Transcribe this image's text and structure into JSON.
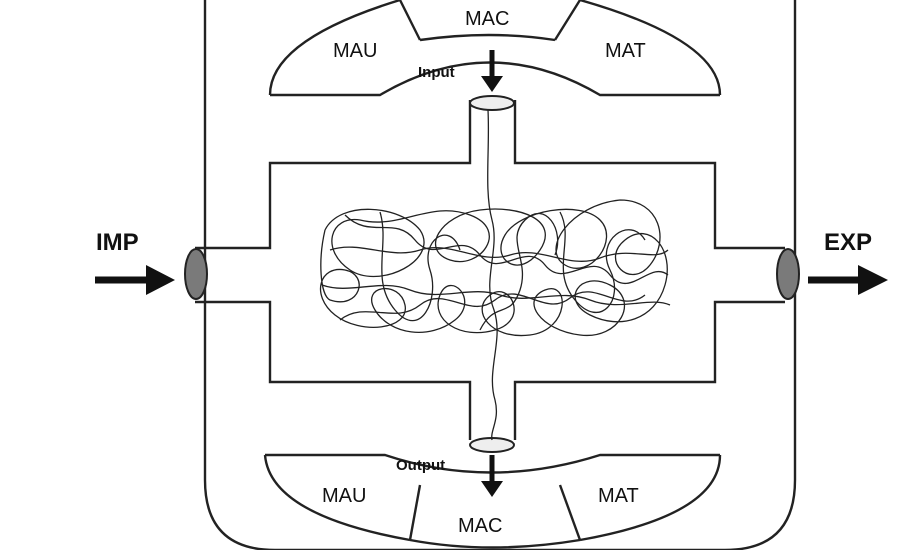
{
  "diagram": {
    "left_arrow_label": "IMP",
    "right_arrow_label": "EXP",
    "top_segments": {
      "left": "MAU",
      "middle": "MAC",
      "right": "MAT"
    },
    "bottom_segments": {
      "left": "MAU",
      "middle": "MAC",
      "right": "MAT"
    },
    "input_label": "Input",
    "output_label": "Output",
    "colors": {
      "line": "#222222",
      "port_fill": "#7a7a7a",
      "background": "#ffffff"
    }
  }
}
